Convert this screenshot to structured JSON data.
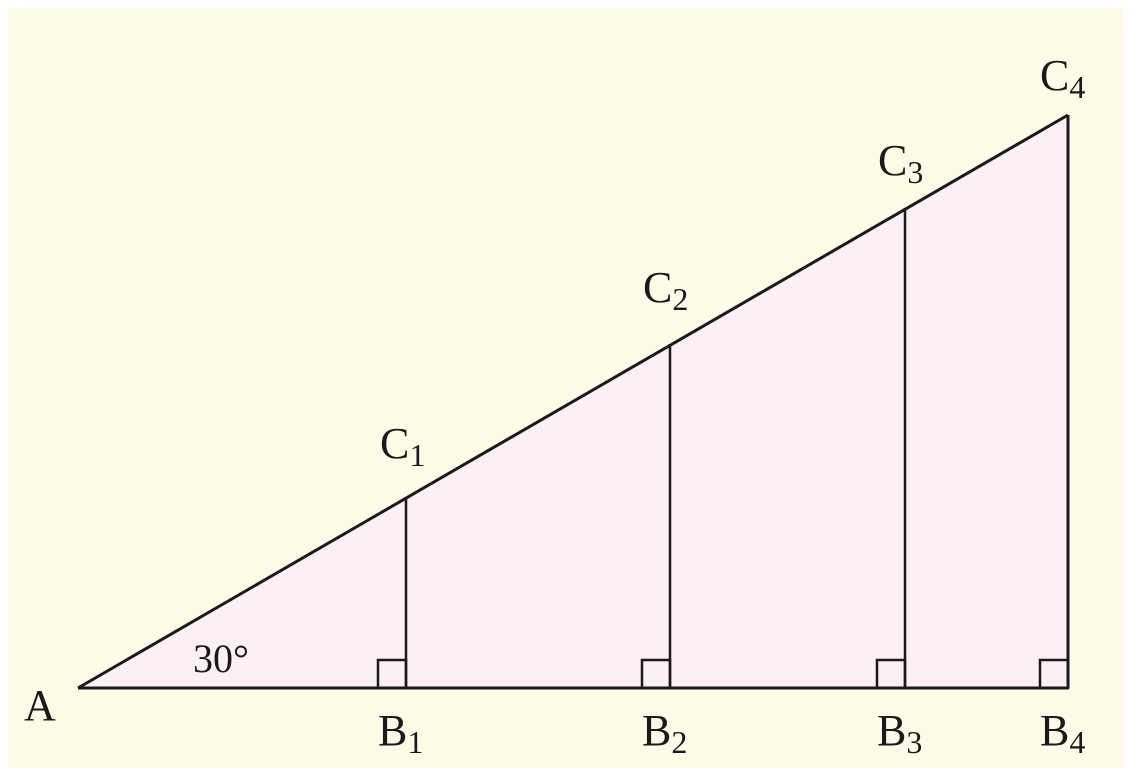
{
  "diagram": {
    "angle_label": "30°",
    "vertex_label": "A",
    "colors": {
      "background": "#fdfbe8",
      "triangle_fill": "#fdf0f5",
      "stroke": "#1a1a1a"
    },
    "base_points": [
      {
        "letter": "B",
        "index": "1"
      },
      {
        "letter": "B",
        "index": "2"
      },
      {
        "letter": "B",
        "index": "3"
      },
      {
        "letter": "B",
        "index": "4"
      }
    ],
    "top_points": [
      {
        "letter": "C",
        "index": "1"
      },
      {
        "letter": "C",
        "index": "2"
      },
      {
        "letter": "C",
        "index": "3"
      },
      {
        "letter": "C",
        "index": "4"
      }
    ]
  }
}
